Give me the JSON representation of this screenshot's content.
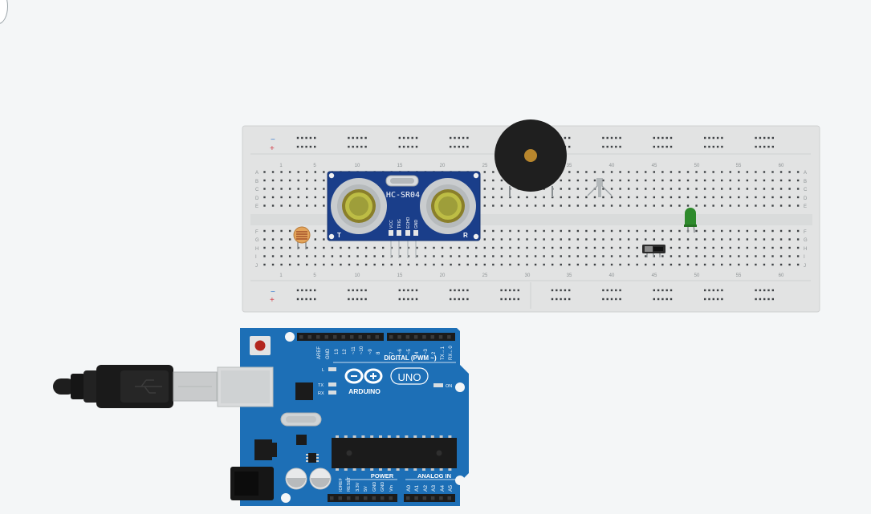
{
  "breadboard": {
    "columns_top": [
      "1",
      "5",
      "10",
      "15",
      "20",
      "25",
      "30",
      "35",
      "40",
      "45",
      "50",
      "55",
      "60"
    ],
    "columns_bottom": [
      "1",
      "5",
      "10",
      "15",
      "20",
      "25",
      "30",
      "35",
      "40",
      "45",
      "50",
      "55",
      "60"
    ],
    "rows_top": [
      "A",
      "B",
      "C",
      "D",
      "E"
    ],
    "rows_bottom": [
      "F",
      "G",
      "H",
      "I",
      "J"
    ],
    "rail_minus": "−",
    "rail_plus": "+"
  },
  "sensor": {
    "model": "HC-SR04",
    "pins": [
      "VCC",
      "TRIG",
      "ECHO",
      "GND"
    ],
    "t_mark": "T",
    "r_mark": "R"
  },
  "arduino": {
    "brand": "ARDUINO",
    "model": "UNO",
    "digital_header": "DIGITAL (PWM ~)",
    "power_header": "POWER",
    "analog_header": "ANALOG IN",
    "on_label": "ON",
    "l_label": "L",
    "tx_label": "TX",
    "rx_label": "RX",
    "aref": "AREF",
    "gnd": "GND",
    "digital_pins": [
      "13",
      "12",
      "~11",
      "~10",
      "~9",
      "8",
      "7",
      "~6",
      "~5",
      "4",
      "~3",
      "2",
      "TX→1",
      "RX←0"
    ],
    "power_pins": [
      "IOREF",
      "RESET",
      "3.3V",
      "5V",
      "GND",
      "GND",
      "Vin"
    ],
    "analog_pins": [
      "A0",
      "A1",
      "A2",
      "A3",
      "A4",
      "A5"
    ]
  },
  "colors": {
    "breadboard": "#e2e3e3",
    "pcb": "#1d6fb6",
    "sensor_pcb": "#1a3e8a",
    "buzzer": "#1f1f1f",
    "led": "#2e8a2c",
    "rail_minus": "#3b7fd1",
    "rail_plus": "#d2424c"
  }
}
